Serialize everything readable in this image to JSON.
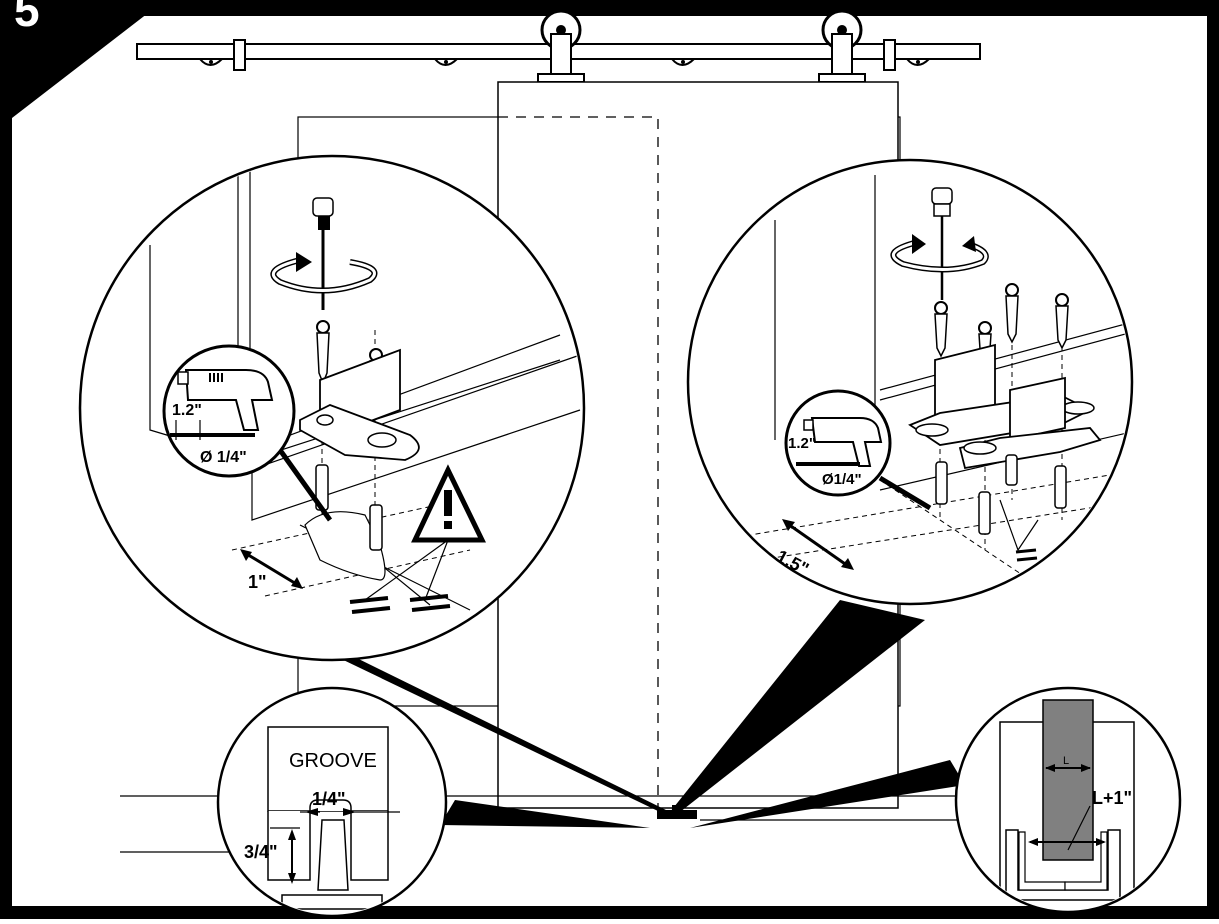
{
  "step": {
    "number": "5"
  },
  "labels": {
    "left_depth": "1.2\"",
    "left_diameter": "Ø 1/4\"",
    "left_offset": "1\"",
    "right_depth": "1.2\"",
    "right_diameter": "Ø1/4\"",
    "right_offset": "1.5\"",
    "groove_title": "GROOVE",
    "groove_width": "1/4\"",
    "groove_depth": "3/4\"",
    "guide_L": "L",
    "guide_clearance": "L+1\""
  },
  "colors": {
    "ink": "#000000",
    "background": "#ffffff",
    "door_panel": "#808080"
  },
  "icons": [
    "warning-triangle-icon",
    "drill-icon",
    "rotation-arrow-icon",
    "screw-icon",
    "anchor-icon",
    "equal-sign-icon"
  ]
}
